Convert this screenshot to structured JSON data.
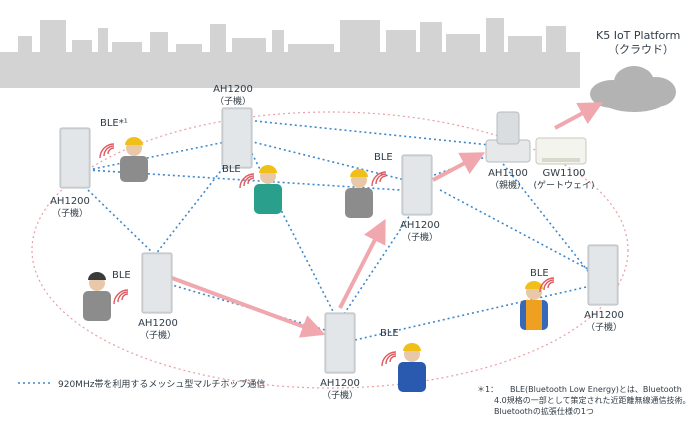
{
  "platform": {
    "title": "K5 IoT Platform",
    "subtitle": "（クラウド）"
  },
  "gateway": {
    "name": "GW1100",
    "sub": "(ゲートウェイ)"
  },
  "parent": {
    "name": "AH1100",
    "sub": "（親機）"
  },
  "child": {
    "name": "AH1200",
    "sub": "（子機）"
  },
  "ble": "BLE",
  "ble_note": "BLE*¹",
  "legend": "920MHz帯を利用するメッシュ型マルチホップ通信",
  "footnote": {
    "mark": "＊1：",
    "line1": "BLE(Bluetooth Low Energy)とは、Bluetooth",
    "line2": "4.0規格の一部として策定された近距離無線通信技術。",
    "line3": "Bluetoothの拡張仕様の1つ"
  },
  "colors": {
    "mesh": "#3e88cc",
    "arrow": "#f0a8ae",
    "ellipse": "#ea9da4",
    "city": "#d3d3d3",
    "cloud": "#b3b3b3"
  }
}
